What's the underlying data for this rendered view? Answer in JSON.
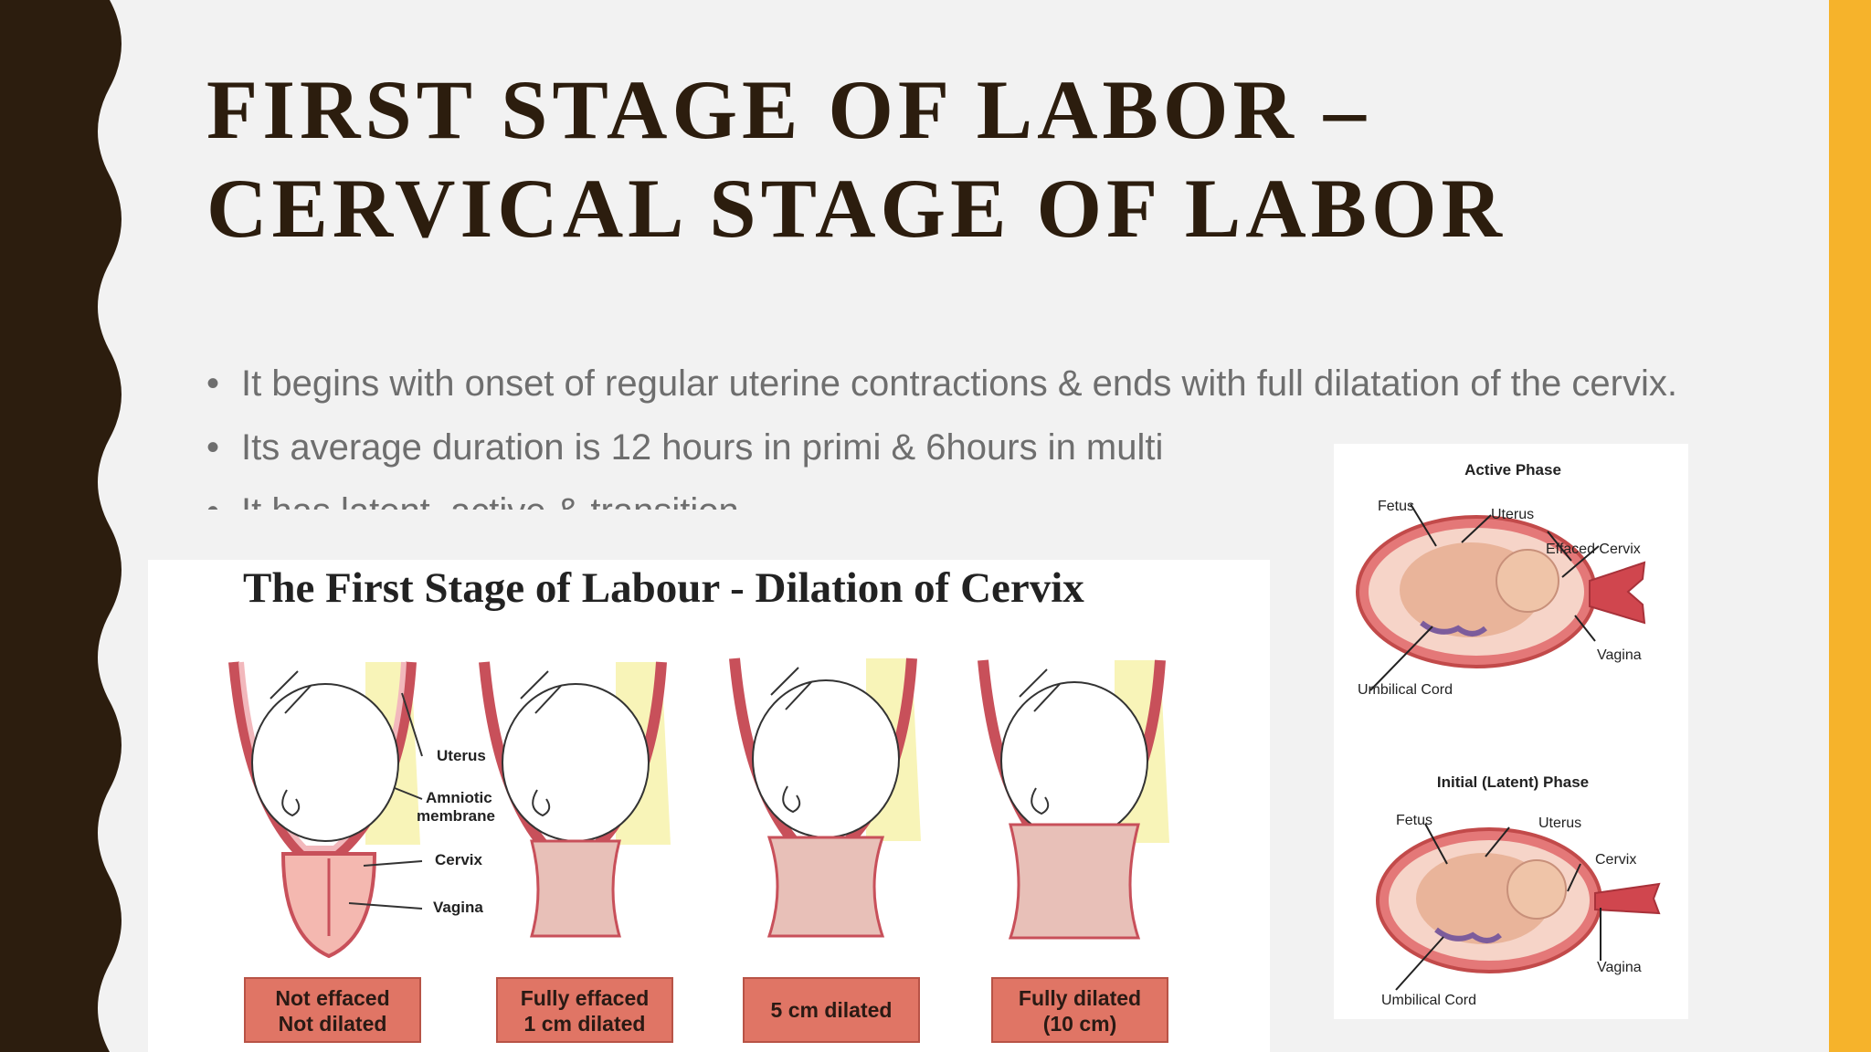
{
  "slide": {
    "title_line1": "FIRST STAGE OF LABOR –",
    "title_line2": "CERVICAL STAGE OF LABOR",
    "bullets": [
      "It begins with onset of regular uterine contractions & ends with full dilatation of the cervix.",
      "Its average duration is 12 hours in primi & 6hours in multi",
      "It has latent, active & transition"
    ]
  },
  "main_figure": {
    "title": "The First Stage of Labour - Dilation of Cervix",
    "labels": [
      "Uterus",
      "Amniotic membrane",
      "Cervix",
      "Vagina"
    ],
    "stages": [
      [
        "Not effaced",
        "Not dilated"
      ],
      [
        "Fully effaced",
        "1 cm dilated"
      ],
      [
        "5 cm dilated"
      ],
      [
        "Fully dilated",
        "(10 cm)"
      ]
    ]
  },
  "side_figure": {
    "active": {
      "title": "Active Phase",
      "fetus": "Fetus",
      "uterus": "Uterus",
      "cervix": "Effaced Cervix",
      "vagina": "Vagina",
      "cord": "Umbilical Cord"
    },
    "latent": {
      "title": "Initial (Latent) Phase",
      "fetus": "Fetus",
      "uterus": "Uterus",
      "cervix": "Cervix",
      "vagina": "Vagina",
      "cord": "Umbilical Cord"
    }
  },
  "colors": {
    "left_band": "#2c1d0e",
    "right_band": "#f6b32b",
    "title": "#2c1d0e",
    "body_text": "#6e6e6e",
    "stage_box": "#e07565"
  }
}
